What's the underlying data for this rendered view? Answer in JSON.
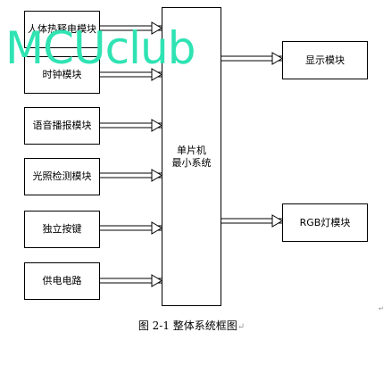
{
  "left_modules": [
    {
      "label": "人体热释电模块"
    },
    {
      "label": "时钟模块"
    },
    {
      "label": "语音播报模块"
    },
    {
      "label": "光照检测模块"
    },
    {
      "label": "独立按键"
    },
    {
      "label": "供电电路"
    }
  ],
  "center": {
    "line1": "单片机",
    "line2": "最小系统"
  },
  "right_modules": [
    {
      "label": "显示模块"
    },
    {
      "label": "RGB灯模块"
    }
  ],
  "watermark": "MCUclub",
  "caption": {
    "text": "图 2-1 整体系统框图",
    "return_mark": "↵"
  },
  "corner_mark": "↵"
}
